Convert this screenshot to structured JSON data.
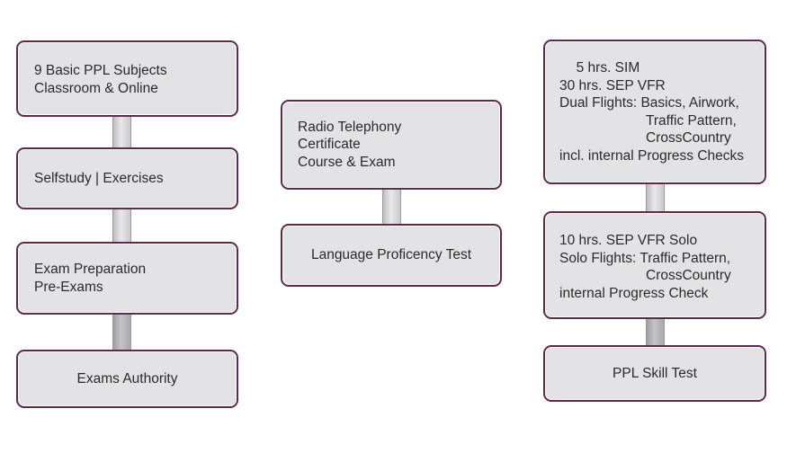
{
  "left_column": {
    "box1": {
      "line1": "9 Basic PPL Subjects",
      "line2": "Classroom & Online"
    },
    "box2": {
      "line1": "Selfstudy | Exercises"
    },
    "box3": {
      "line1": "Exam Preparation",
      "line2": "Pre-Exams"
    },
    "box4": {
      "line1": "Exams Authority"
    }
  },
  "middle_column": {
    "box1": {
      "line1": "Radio Telephony",
      "line2": "Certificate",
      "line3": "Course & Exam"
    },
    "box2": {
      "line1": "Language Proficency Test"
    }
  },
  "right_column": {
    "box1": {
      "line1": "  5 hrs. SIM",
      "line2": "30 hrs. SEP VFR",
      "line3": "Dual Flights: Basics, Airwork,",
      "line4": "Traffic Pattern,",
      "line5": "CrossCountry",
      "line6": "incl. internal Progress Checks"
    },
    "box2": {
      "line1": "10 hrs. SEP VFR Solo",
      "line2": "Solo Flights: Traffic Pattern,",
      "line3": "CrossCountry",
      "line4": "internal Progress Check"
    },
    "box3": {
      "line1": "PPL Skill Test"
    }
  },
  "colors": {
    "box_fill": "#e3e2e4",
    "box_border": "#5e2a4b",
    "connector": "#c9c8ca"
  }
}
